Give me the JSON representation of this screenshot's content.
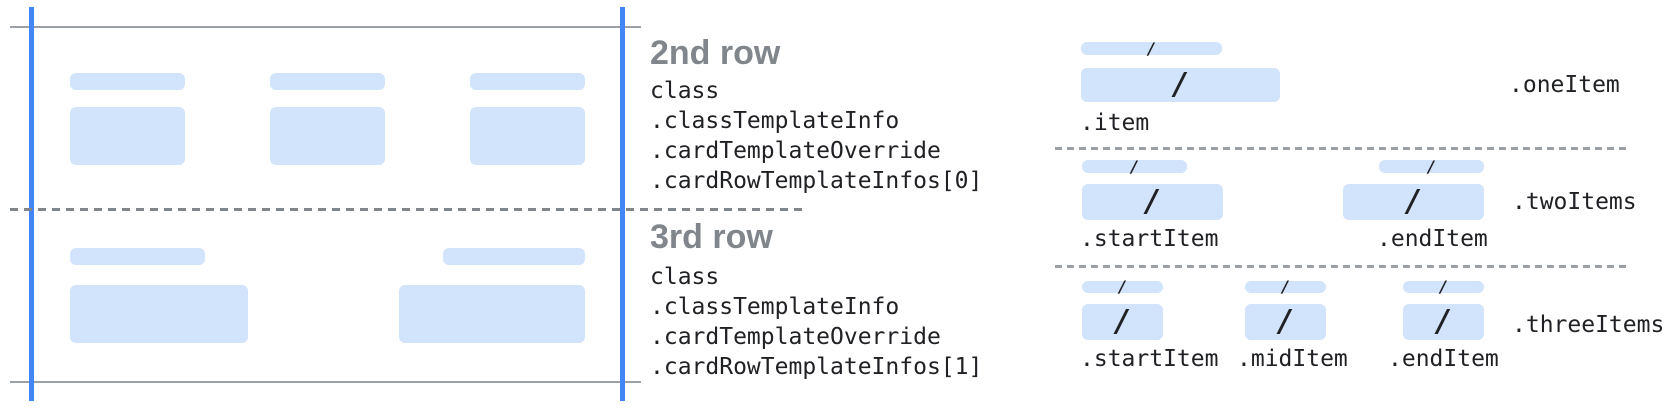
{
  "palette": {
    "guide_blue": "#4285F4",
    "placeholder_blue": "#D2E3FC",
    "line_gray": "#9AA0A6",
    "dash_gray": "#80868B",
    "heading_gray": "#80868B",
    "code_text": "#202124"
  },
  "left_card": {
    "rows": [
      {
        "heading": "2nd row",
        "code_lines": [
          "class",
          ".classTemplateInfo",
          ".cardTemplateOverride",
          ".cardRowTemplateInfos[0]"
        ],
        "field_count": 3
      },
      {
        "heading": "3rd row",
        "code_lines": [
          "class",
          ".classTemplateInfo",
          ".cardTemplateOverride",
          ".cardRowTemplateInfos[1]"
        ],
        "field_count": 2
      }
    ]
  },
  "right_panel": {
    "slash": "/",
    "sections": [
      {
        "name": ".oneItem",
        "item_labels": [
          ".item"
        ]
      },
      {
        "name": ".twoItems",
        "item_labels": [
          ".startItem",
          ".endItem"
        ]
      },
      {
        "name": ".threeItems",
        "item_labels": [
          ".startItem",
          ".midItem",
          ".endItem"
        ]
      }
    ]
  }
}
